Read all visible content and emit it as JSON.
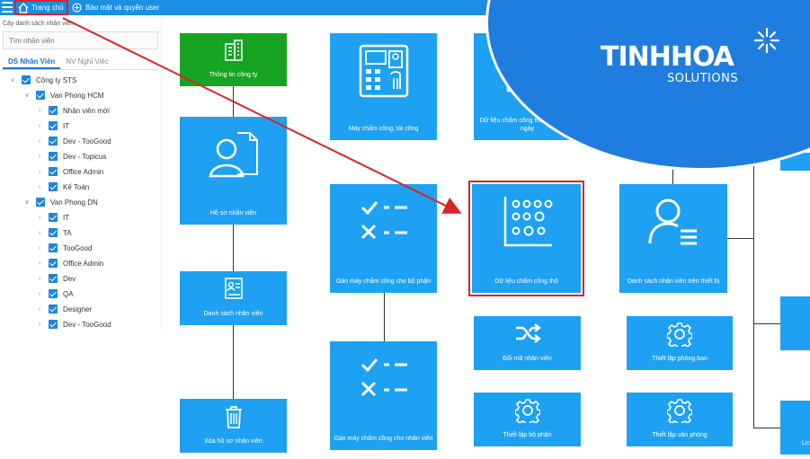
{
  "topbar": {
    "home_tab": "Trang chủ",
    "security_tab": "Bảo mật và quyền user"
  },
  "sidebar": {
    "tree_title": "Cây danh sách nhân viên",
    "search_placeholder": "Tìm nhân viên",
    "tab_active": "DS Nhân Viên",
    "tab_other": "NV Nghỉ Việc",
    "nodes": [
      "Công ty STS",
      "Van Phong HCM",
      "Nhân viên mới",
      "IT",
      "Dev - TooGood",
      "Dev - Topicus",
      "Office Admin",
      "Kế Toán",
      "Van Phong DN",
      "IT",
      "TA",
      "TooGood",
      "Office Admin",
      "Dev",
      "QA",
      "Designer",
      "Dev - TooGood"
    ]
  },
  "tiles": {
    "company_info": "Thông tin công ty",
    "employee_profile": "Hồ sơ nhân viên",
    "employee_list": "Danh sách nhân viên",
    "delete_profile": "Xóa hồ sơ nhân viên",
    "timekeeper": "Máy chấm công, tải công",
    "assign_department": "Gán máy chấm công cho bộ phận",
    "assign_employee": "Gán máy chấm công cho nhân viên",
    "raw_data_group": "Dữ liệu chấm công thô nhóm theo ngày",
    "raw_data": "Dữ liệu chấm công thô",
    "change_code": "Đổi mã nhân viên",
    "setup_section": "Thiết lập bộ phận",
    "device_employee_list": "Danh sách nhân viên trên thiết bị",
    "setup_department": "Thiết lập phòng ban",
    "setup_office": "Thiết lập văn phòng",
    "partial_right_bottom": "Lịc"
  },
  "brand": {
    "name": "TINHHOA",
    "sub": "SOLUTIONS"
  },
  "colors": {
    "tile_blue": "#1ea1f2",
    "tile_green": "#17a324",
    "topbar": "#1a8fe3",
    "highlight_red": "#d9252a",
    "brand_blue": "#1f7de0"
  }
}
